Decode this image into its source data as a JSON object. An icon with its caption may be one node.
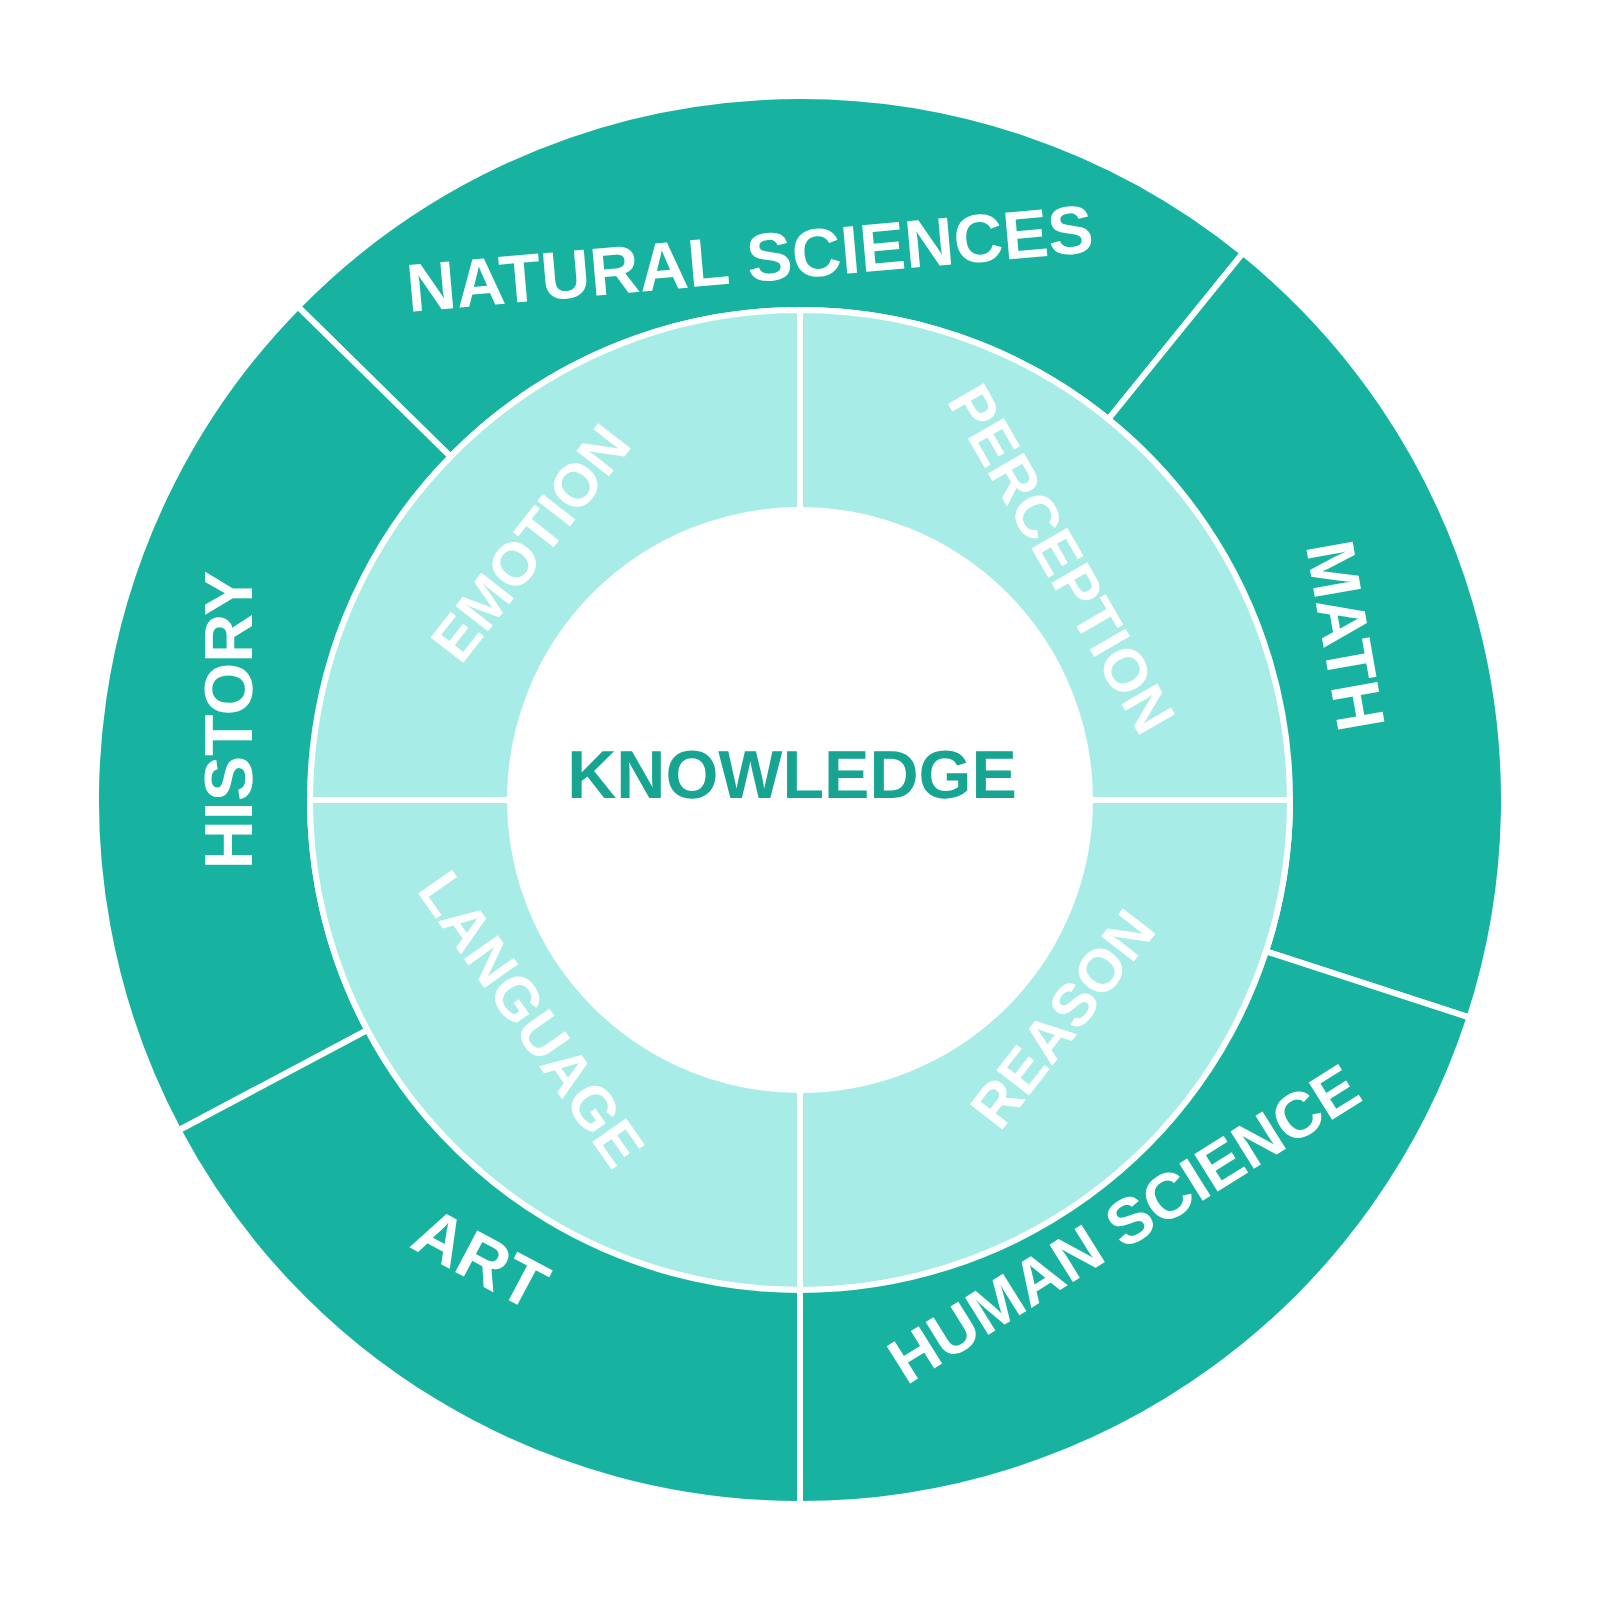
{
  "diagram": {
    "nodes": [
      {
        "text": [
          "NATURAL SCIENCES"
        ]
      },
      {
        "text": [
          "EMOTION"
        ]
      },
      {
        "text": [
          "PERCEPTION"
        ]
      },
      {
        "text": [
          "HISTORY"
        ]
      },
      {
        "text": [
          "MATH"
        ]
      },
      {
        "text": [
          "KNOWLEDGE"
        ]
      },
      {
        "text": [
          "LANGUAGE"
        ]
      },
      {
        "text": [
          "REASON"
        ]
      },
      {
        "text": [
          "ART"
        ]
      },
      {
        "text": [
          "HUMAN SCIENCE"
        ]
      }
    ]
  }
}
